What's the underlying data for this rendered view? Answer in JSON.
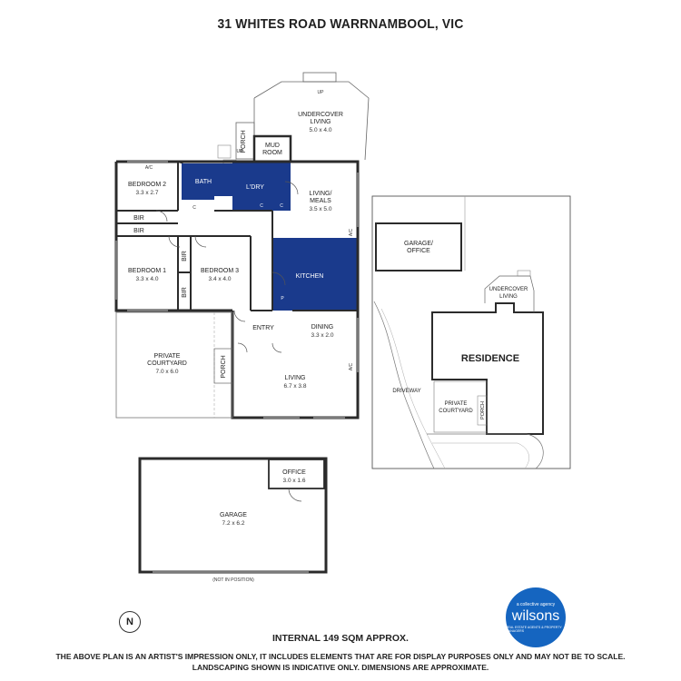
{
  "title": "31 WHITES ROAD WARRNAMBOOL, VIC",
  "rooms": {
    "undercover_living": {
      "name": "UNDERCOVER\nLIVING",
      "dim": "5.0 x 4.0"
    },
    "porch_top": {
      "name": "PORCH"
    },
    "mud_room": {
      "name": "MUD\nROOM"
    },
    "bedroom2": {
      "name": "BEDROOM 2",
      "dim": "3.3 x 2.7"
    },
    "bath": {
      "name": "BATH"
    },
    "laundry": {
      "name": "L'DRY"
    },
    "living_meals": {
      "name": "LIVING/\nMEALS",
      "dim": "3.5 x 5.0"
    },
    "bir1": {
      "name": "BIR"
    },
    "bir2": {
      "name": "BIR"
    },
    "bir3": {
      "name": "BIR"
    },
    "bir4": {
      "name": "BIR"
    },
    "bedroom1": {
      "name": "BEDROOM 1",
      "dim": "3.3 x 4.0"
    },
    "bedroom3": {
      "name": "BEDROOM 3",
      "dim": "3.4 x 4.0"
    },
    "kitchen": {
      "name": "KITCHEN"
    },
    "entry": {
      "name": "ENTRY"
    },
    "dining": {
      "name": "DINING",
      "dim": "3.3 x 2.0"
    },
    "private_courtyard": {
      "name": "PRIVATE\nCOURTYARD",
      "dim": "7.0 x 6.0"
    },
    "porch_side": {
      "name": "PORCH"
    },
    "living": {
      "name": "LIVING",
      "dim": "6.7 x 3.8"
    },
    "garage": {
      "name": "GARAGE",
      "dim": "7.2 x 6.2"
    },
    "office": {
      "name": "OFFICE",
      "dim": "3.0 x 1.6"
    }
  },
  "marks": {
    "ac": "A/C",
    "up": "UP",
    "c": "C",
    "p": "P",
    "not_in_position": "(NOT IN POSITION)"
  },
  "site": {
    "garage_office": "GARAGE/\nOFFICE",
    "undercover_living": "UNDERCOVER\nLIVING",
    "residence": "RESIDENCE",
    "driveway": "DRIVEWAY",
    "private_courtyard": "PRIVATE\nCOURTYARD",
    "porch": "PORCH"
  },
  "north": "N",
  "area": "INTERNAL 149 SQM APPROX.",
  "disclaimer_1": "THE ABOVE PLAN IS AN ARTIST'S IMPRESSION ONLY, IT INCLUDES ELEMENTS THAT ARE FOR DISPLAY PURPOSES ONLY AND MAY NOT BE TO SCALE.",
  "disclaimer_2": "LANDSCAPING SHOWN IS INDICATIVE ONLY. DIMENSIONS ARE APPROXIMATE.",
  "logo": {
    "tag": "a collective agency",
    "name": "wilsons",
    "sub": "REAL ESTATE AGENTS & PROPERTY MANAGERS"
  },
  "colors": {
    "wet_area": "#1a3a8c",
    "wall": "#2b2b2b",
    "logo": "#1565c0"
  }
}
